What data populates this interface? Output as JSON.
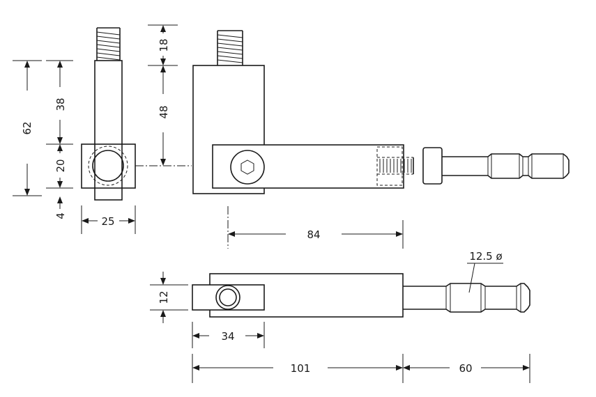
{
  "dimensions": {
    "d62": "62",
    "d38": "38",
    "d20": "20",
    "d4": "4",
    "d25": "25",
    "d18": "18",
    "d48": "48",
    "d84": "84",
    "d12": "12",
    "d34": "34",
    "d101": "101",
    "d60": "60",
    "dia": "12.5 ø"
  }
}
